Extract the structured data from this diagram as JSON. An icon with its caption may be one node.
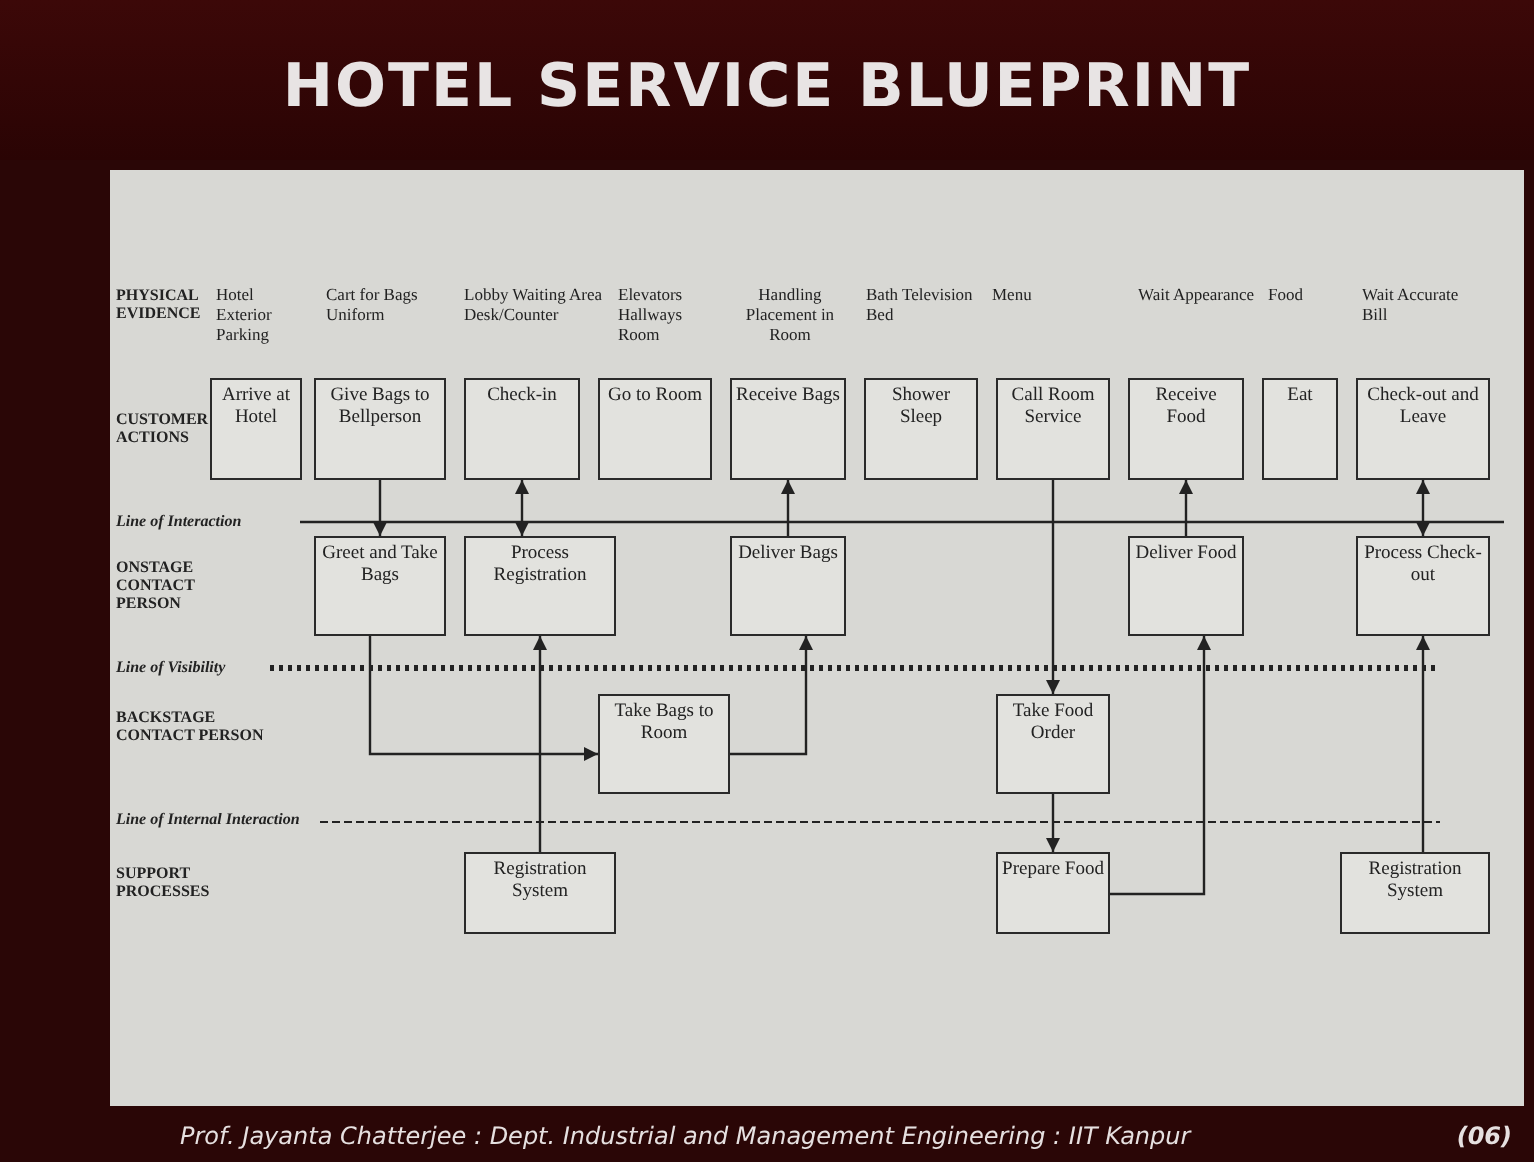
{
  "diagram": {
    "title": "HOTEL SERVICE BLUEPRINT",
    "nodes": [
      {
        "text": [
          "Arrive at Hotel"
        ]
      },
      {
        "text": [
          "Give Bags to Bellperson"
        ]
      },
      {
        "text": [
          "Check-in"
        ]
      },
      {
        "text": [
          "Go to Room"
        ]
      },
      {
        "text": [
          "Receive Bags"
        ]
      },
      {
        "text": [
          "Shower Sleep"
        ]
      },
      {
        "text": [
          "Call Room Service"
        ]
      },
      {
        "text": [
          "Receive Food"
        ]
      },
      {
        "text": [
          "Eat"
        ]
      },
      {
        "text": [
          "Check-out and Leave"
        ]
      },
      {
        "text": [
          "Greet and Take Bags"
        ]
      },
      {
        "text": [
          "Process Registration"
        ]
      },
      {
        "text": [
          "Deliver Bags"
        ]
      },
      {
        "text": [
          "Deliver Food"
        ]
      },
      {
        "text": [
          "Process Check-out"
        ]
      },
      {
        "text": [
          "Take Bags to Room"
        ]
      },
      {
        "text": [
          "Take Food Order"
        ]
      },
      {
        "text": [
          "Registration System"
        ]
      },
      {
        "text": [
          "Prepare Food"
        ]
      },
      {
        "text": [
          "Registration System"
        ]
      }
    ],
    "edges": [
      {
        "from": 1,
        "to": 10,
        "arrow": "to"
      },
      {
        "from": 11,
        "to": 2,
        "arrow": "both"
      },
      {
        "from": 12,
        "to": 4,
        "arrow": "to"
      },
      {
        "from": 10,
        "to": 15,
        "arrow": "to"
      },
      {
        "from": 15,
        "to": 12,
        "arrow": "to"
      },
      {
        "from": 17,
        "to": 11,
        "arrow": "to"
      },
      {
        "from": 6,
        "to": 16,
        "arrow": "to"
      },
      {
        "from": 16,
        "to": 18,
        "arrow": "to"
      },
      {
        "from": 18,
        "to": 13,
        "arrow": "to"
      },
      {
        "from": 13,
        "to": 7,
        "arrow": "to"
      },
      {
        "from": 19,
        "to": 14,
        "arrow": "to"
      },
      {
        "from": 14,
        "to": 9,
        "arrow": "both"
      }
    ],
    "labels": [
      "PHYSICAL EVIDENCE",
      "Hotel Exterior Parking",
      "Cart for Bags Uniform",
      "Lobby Waiting Area Desk/Counter",
      "Elevators Hallways Room",
      "Handling Placement in Room",
      "Bath Television Bed",
      "Menu",
      "Wait Appearance",
      "Food",
      "Wait Accurate Bill",
      "CUSTOMER ACTIONS",
      "Line of Interaction",
      "ONSTAGE CONTACT PERSON",
      "Line of Visibility",
      "BACKSTAGE CONTACT PERSON",
      "Line of Internal Interaction",
      "SUPPORT PROCESSES",
      "Prof. Jayanta Chatterjee : Dept. Industrial and Management Engineering : IIT Kanpur",
      "(06)"
    ]
  }
}
